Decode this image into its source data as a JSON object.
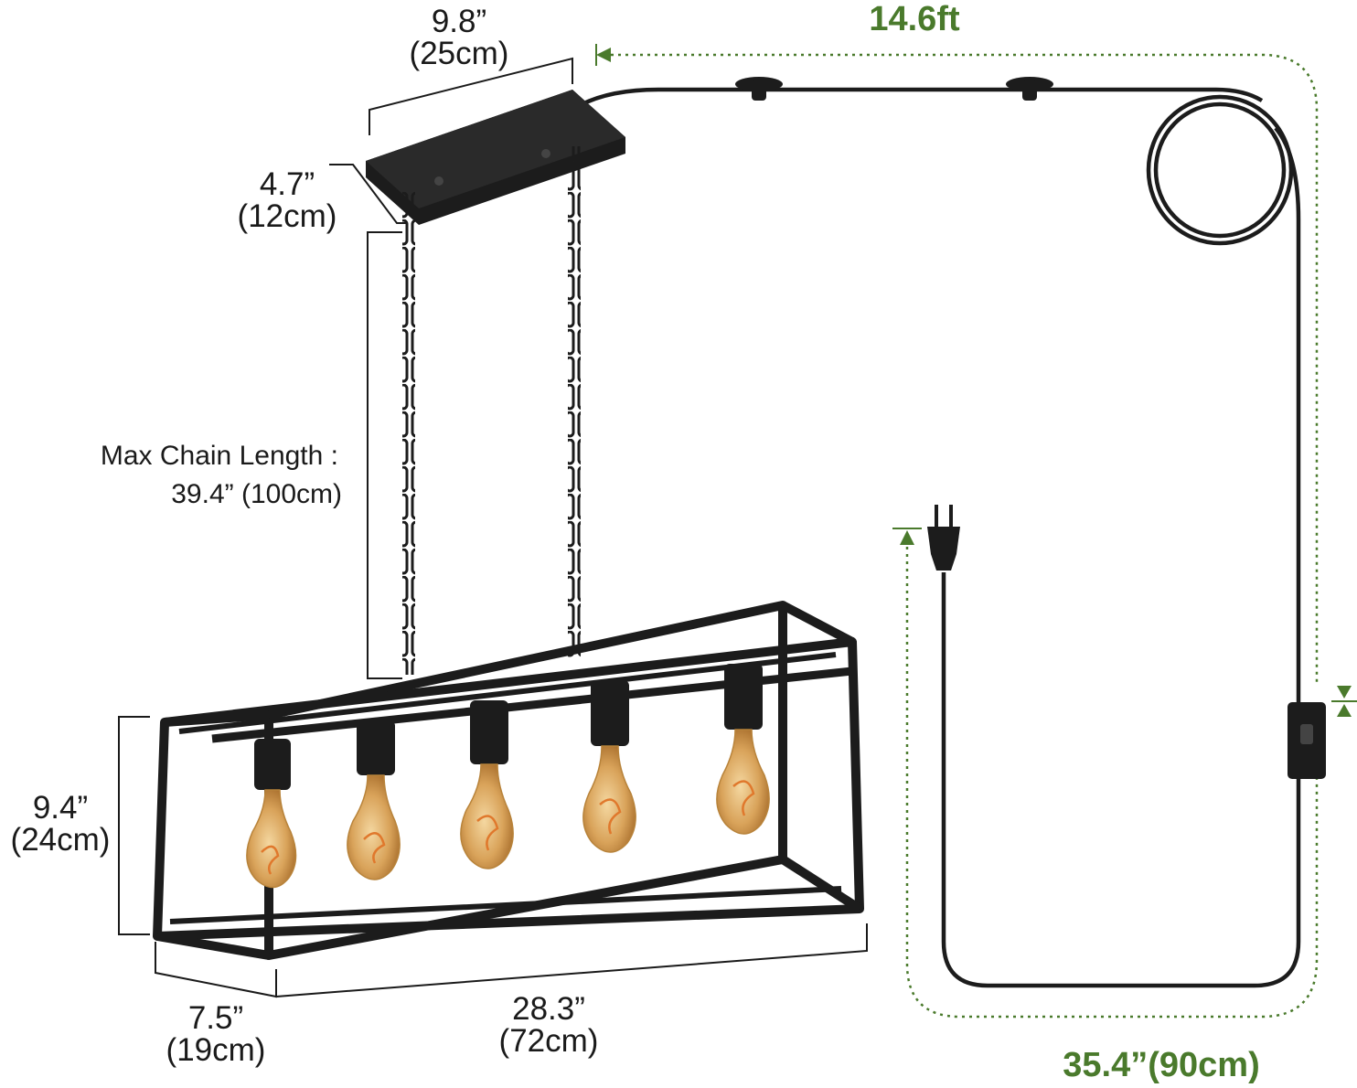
{
  "dimensions": {
    "canopy_width": "9.8”\n(25cm)",
    "canopy_depth": "4.7”\n(12cm)",
    "chain_length_label": "Max Chain Length :",
    "chain_length_value": "39.4” (100cm)",
    "cage_height": "9.4”\n(24cm)",
    "cage_depth": "7.5”\n(19cm)",
    "cage_length": "28.3”\n(72cm)",
    "cord_length": "14.6ft",
    "switch_distance": "35.4”(90cm)"
  },
  "colors": {
    "fixture": "#1c1c1c",
    "dimension_line": "#1a1a1a",
    "accent_green": "#4a7a2c",
    "bulb_amber": "#d9a35a",
    "filament": "#e0782c"
  },
  "bulb_count": 5
}
